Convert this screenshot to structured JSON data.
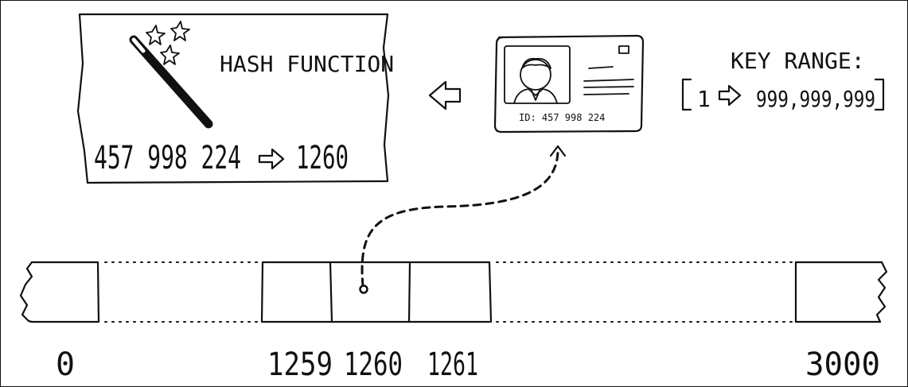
{
  "hash_card": {
    "title": "HASH FUNCTION",
    "example_input": "457 998 224",
    "example_output": "1260",
    "icon": "magic-wand-icon"
  },
  "id_card": {
    "id_text": "ID: 457 998 224",
    "icon": "person-id-card-icon"
  },
  "key_range": {
    "label": "KEY RANGE:",
    "start": "1",
    "end": "999,999,999"
  },
  "array_labels": {
    "first": "0",
    "slot_a": "1259",
    "slot_b": "1260",
    "slot_c": "1261",
    "last": "3000"
  },
  "colors": {
    "ink": "#111111",
    "background": "#ffffff"
  }
}
